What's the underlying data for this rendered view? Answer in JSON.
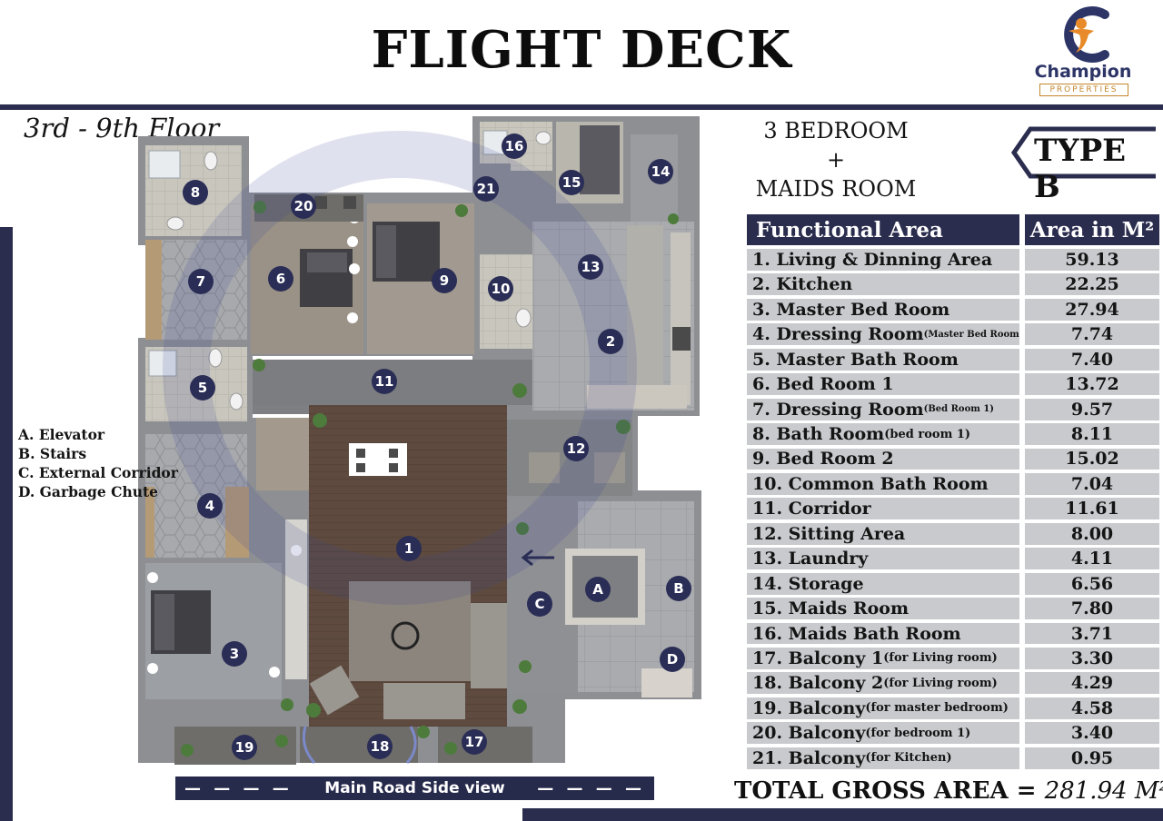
{
  "header": {
    "title": "FLIGHT DECK"
  },
  "logo": {
    "name": "Champion",
    "sub": "PROPERTIES"
  },
  "floor_label": "3rd - 9th Floor",
  "unit": {
    "line1": "3 BEDROOM",
    "line2": "+",
    "line3": "MAIDS ROOM",
    "type": "TYPE B"
  },
  "legend": {
    "a": "A. Elevator",
    "b": "B. Stairs",
    "c": "C. External Corridor",
    "d": "D. Garbage Chute"
  },
  "road": {
    "label": "Main Road Side view"
  },
  "table": {
    "col_name": "Functional Area",
    "col_area": "Area in M²",
    "rows": [
      {
        "name": "1. Living & Dinning Area",
        "note": "",
        "area": "59.13"
      },
      {
        "name": "2. Kitchen",
        "note": "",
        "area": "22.25"
      },
      {
        "name": "3. Master Bed Room",
        "note": "",
        "area": "27.94"
      },
      {
        "name": "4. Dressing Room",
        "note": "(Master Bed Room)",
        "area": "7.74"
      },
      {
        "name": "5. Master Bath Room",
        "note": "",
        "area": "7.40"
      },
      {
        "name": "6. Bed Room 1",
        "note": "",
        "area": "13.72"
      },
      {
        "name": "7. Dressing Room",
        "note": "(Bed Room 1)",
        "area": "9.57"
      },
      {
        "name": "8. Bath Room",
        "note": " (bed room 1)",
        "area": "8.11"
      },
      {
        "name": "9. Bed Room 2",
        "note": "",
        "area": "15.02"
      },
      {
        "name": "10. Common Bath Room",
        "note": "",
        "area": "7.04"
      },
      {
        "name": "11. Corridor",
        "note": "",
        "area": "11.61"
      },
      {
        "name": "12. Sitting Area",
        "note": "",
        "area": "8.00"
      },
      {
        "name": "13. Laundry",
        "note": "",
        "area": "4.11"
      },
      {
        "name": "14. Storage",
        "note": "",
        "area": "6.56"
      },
      {
        "name": "15. Maids Room",
        "note": "",
        "area": "7.80"
      },
      {
        "name": "16. Maids Bath Room",
        "note": "",
        "area": "3.71"
      },
      {
        "name": "17. Balcony 1",
        "note": " (for Living room)",
        "area": "3.30"
      },
      {
        "name": "18. Balcony 2",
        "note": " (for Living room)",
        "area": "4.29"
      },
      {
        "name": "19. Balcony",
        "note": " (for master bedroom)",
        "area": "4.58"
      },
      {
        "name": "20. Balcony",
        "note": " (for bedroom 1)",
        "area": "3.40"
      },
      {
        "name": "21. Balcony",
        "note": " (for Kitchen)",
        "area": "0.95"
      }
    ]
  },
  "total": {
    "label": "TOTAL GROSS AREA = ",
    "value": "281.94 M²"
  },
  "plan_labels": [
    "1",
    "2",
    "3",
    "4",
    "5",
    "6",
    "7",
    "8",
    "9",
    "10",
    "11",
    "12",
    "13",
    "14",
    "15",
    "16",
    "17",
    "18",
    "19",
    "20",
    "21",
    "A",
    "B",
    "C",
    "D"
  ],
  "colors": {
    "navy": "#2b2d4e",
    "badge": "#2a2d55",
    "table_cell": "#c9cace",
    "logo_orange": "#e88a2a",
    "logo_blue": "#2d3567"
  }
}
